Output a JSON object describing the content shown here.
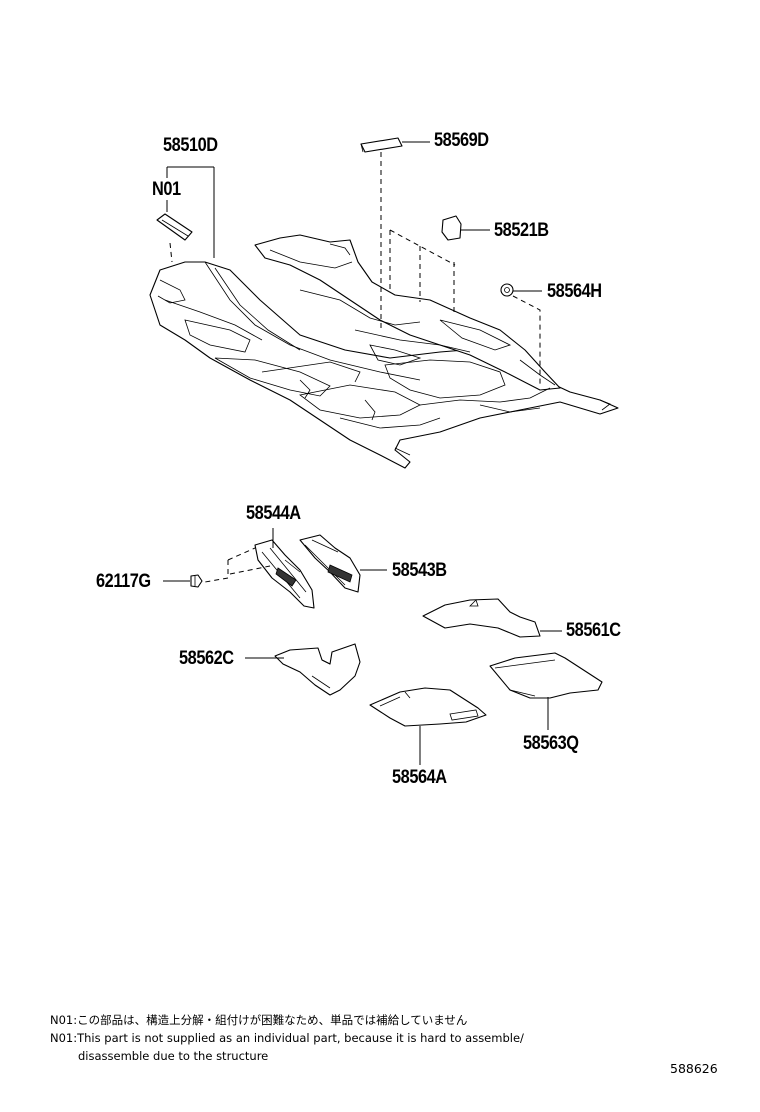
{
  "diagram": {
    "parts": {
      "p58510D": "58510D",
      "pN01": "N01",
      "p58569D": "58569D",
      "p58521B": "58521B",
      "p58564H": "58564H",
      "p58544A": "58544A",
      "p58543B": "58543B",
      "p62117G": "62117G",
      "p58561C": "58561C",
      "p58562C": "58562C",
      "p58563Q": "58563Q",
      "p58564A": "58564A"
    }
  },
  "notes": {
    "jp": "N01:この部品は、構造上分解・組付けが困難なため、単品では補給していません",
    "en_line1": "N01:This part is not supplied as an individual part,  because it is hard to assemble/",
    "en_line2": "disassemble due to the structure"
  },
  "figure_id": "588626"
}
